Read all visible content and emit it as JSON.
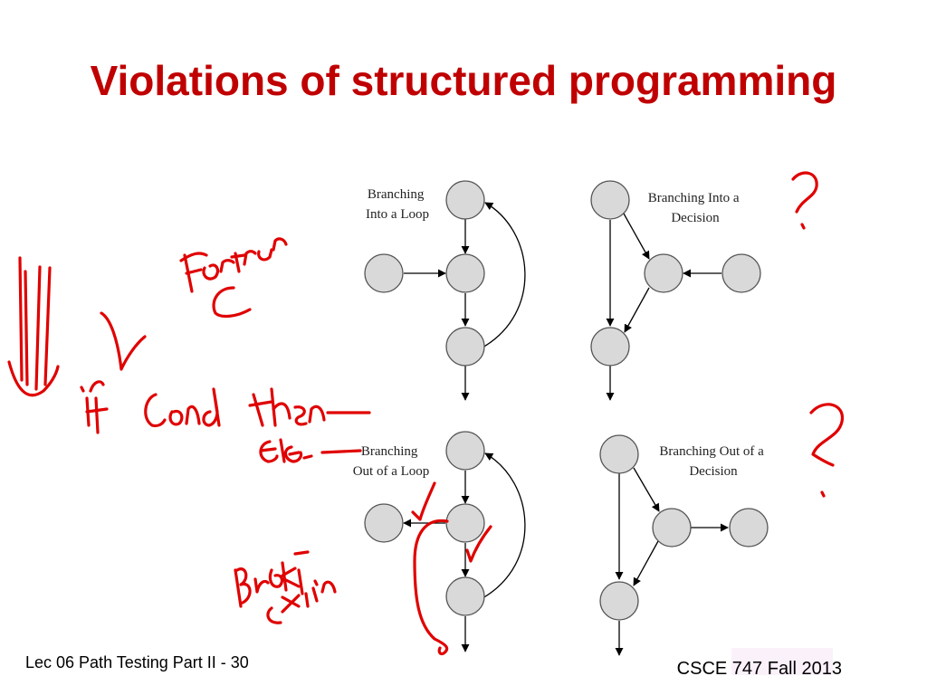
{
  "slide": {
    "title": "Violations of structured programming"
  },
  "diagrams": {
    "into_loop": [
      "Branching",
      "Into a Loop"
    ],
    "into_decision": [
      "Branching Into a",
      "Decision"
    ],
    "out_loop": [
      "Branching",
      "Out of a Loop"
    ],
    "out_decision": [
      "Branching Out of a",
      "Decision"
    ]
  },
  "footer": {
    "left": "Lec 06 Path Testing Part II - 30",
    "right": "CSCE 747 Fall 2013"
  },
  "colors": {
    "title": "#c00000",
    "annotation_ink": "#e00000",
    "node_fill": "#d9d9d9",
    "edge": "#000000"
  }
}
